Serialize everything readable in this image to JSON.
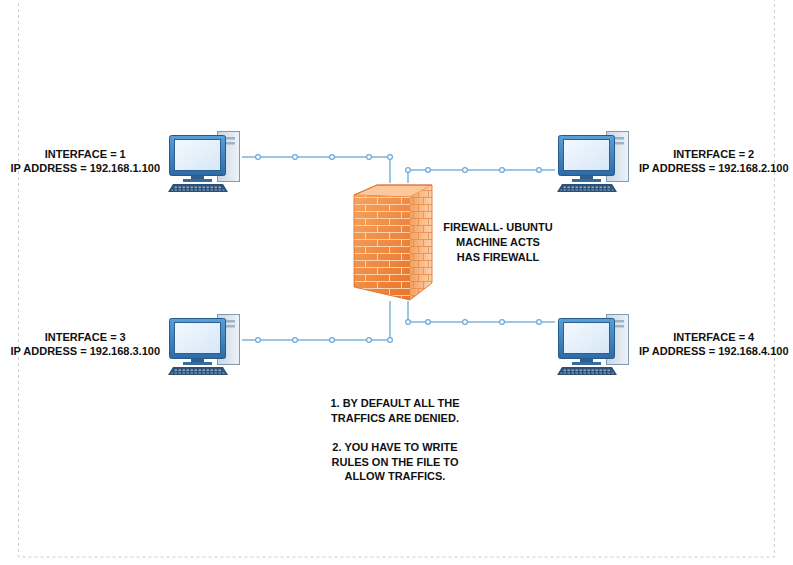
{
  "diagram": {
    "nodes": [
      {
        "text": [
          "INTERFACE = 1",
          "IP ADDRESS = 192.168.1.100"
        ]
      },
      {
        "text": [
          "INTERFACE = 2",
          "IP ADDRESS = 192.168.2.100"
        ]
      },
      {
        "text": [
          "FIREWALL- UBUNTU MACHINE ACTS HAS FIREWALL"
        ]
      },
      {
        "text": [
          "INTERFACE = 3",
          "IP ADDRESS = 192.168.3.100"
        ]
      },
      {
        "text": [
          "INTERFACE = 4",
          "IP ADDRESS = 192.168.4.100"
        ]
      }
    ],
    "edges": [
      {
        "from": 0,
        "to": 2,
        "arrow": "none"
      },
      {
        "from": 1,
        "to": 2,
        "arrow": "none"
      },
      {
        "from": 3,
        "to": 2,
        "arrow": "none"
      },
      {
        "from": 4,
        "to": 2,
        "arrow": "none"
      }
    ],
    "labels": [
      "1. BY DEFAULT ALL THE TRAFFICS ARE DENIED.",
      "2. YOU HAVE TO WRITE RULES ON THE FILE TO ALLOW TRAFFICS."
    ]
  }
}
